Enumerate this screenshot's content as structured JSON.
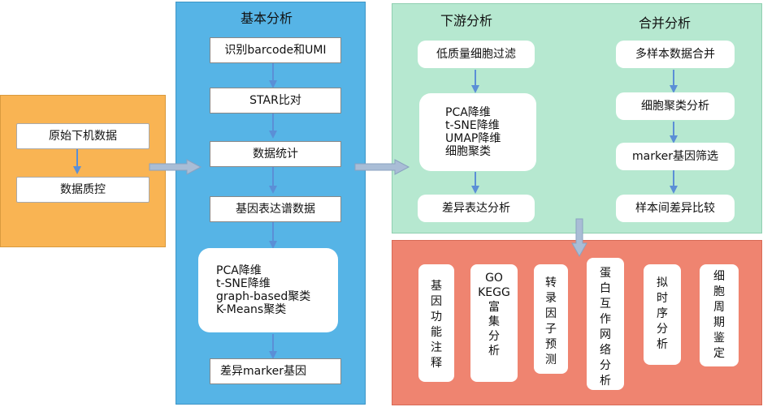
{
  "colors": {
    "input_panel": "#f9b453",
    "basic_panel": "#56b4e6",
    "downstream_panel": "#b6e8d0",
    "advanced_panel": "#ef8470",
    "arrow": "#5b8fd6",
    "big_arrow": "#a9bdd6"
  },
  "input_panel": {
    "raw_data": "原始下机数据",
    "qc": "数据质控"
  },
  "basic_panel": {
    "title": "基本分析",
    "barcode_umi": "识别barcode和UMI",
    "star": "STAR比对",
    "stats": "数据统计",
    "expr_matrix": "基因表达谱数据",
    "dimred": [
      "PCA降维",
      "t-SNE降维",
      "graph-based聚类",
      "K-Means聚类"
    ],
    "diff_marker": "差异marker基因"
  },
  "downstream_panel": {
    "title": "下游分析",
    "lowq_filter": "低质量细胞过滤",
    "dimred": [
      "PCA降维",
      "t-SNE降维",
      "UMAP降维",
      "细胞聚类"
    ],
    "diff_expr": "差异表达分析"
  },
  "merge_panel": {
    "title": "合并分析",
    "multi_merge": "多样本数据合并",
    "cluster": "细胞聚类分析",
    "marker_select": "marker基因筛选",
    "sample_diff": "样本间差异比较"
  },
  "advanced_panel": {
    "items": [
      [
        "基",
        "因",
        "功",
        "能",
        "注",
        "释"
      ],
      [
        "GO",
        "KEGG",
        "富",
        "集",
        "分",
        "析"
      ],
      [
        "转",
        "录",
        "因",
        "子",
        "预",
        "测"
      ],
      [
        "蛋",
        "白",
        "互",
        "作",
        "网",
        "络",
        "分",
        "析"
      ],
      [
        "拟",
        "时",
        "序",
        "分",
        "析"
      ],
      [
        "细",
        "胞",
        "周",
        "期",
        "鉴",
        "定"
      ]
    ]
  }
}
